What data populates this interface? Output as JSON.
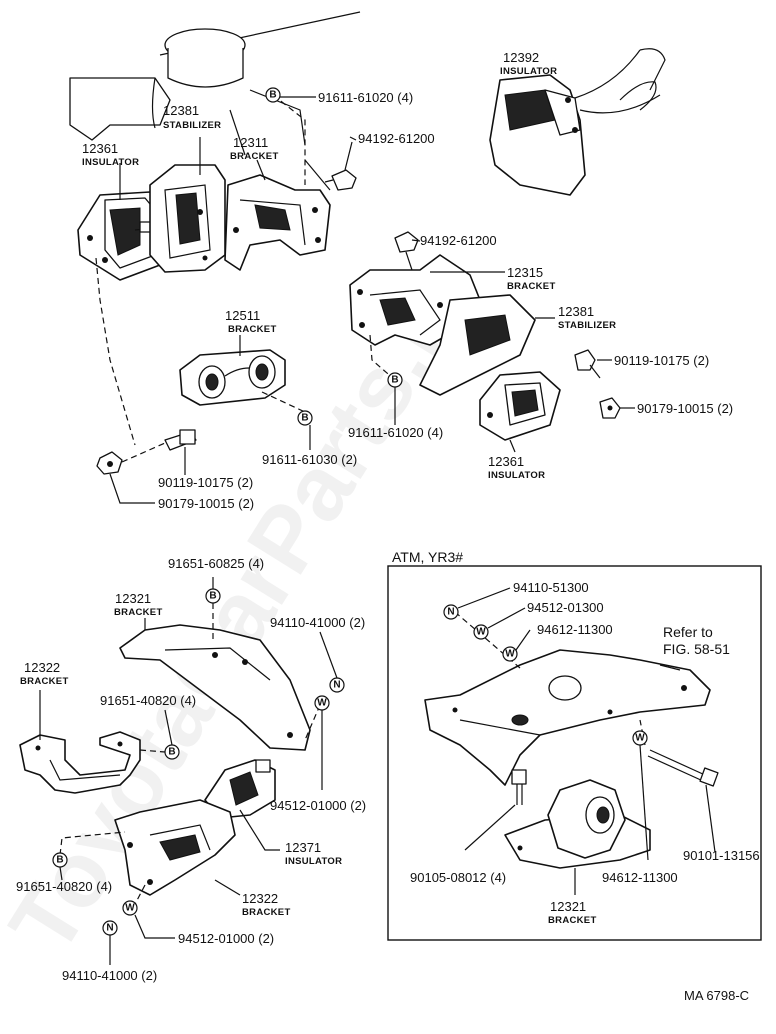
{
  "watermark": "ToyotaCarParts.ru",
  "figure_code": "MA 6798-C",
  "atm_box": {
    "title": "ATM, YR3#",
    "refer_line1": "Refer to",
    "refer_line2": "FIG. 58-51"
  },
  "labels": {
    "p12392": {
      "num": "12392",
      "name": "INSULATOR"
    },
    "p12381a": {
      "num": "12381",
      "name": "STABILIZER"
    },
    "p12361a": {
      "num": "12361",
      "name": "INSULATOR"
    },
    "p12311": {
      "num": "12311",
      "name": "BRACKET"
    },
    "p12315": {
      "num": "12315",
      "name": "BRACKET"
    },
    "p12381b": {
      "num": "12381",
      "name": "STABILIZER"
    },
    "p12511": {
      "num": "12511",
      "name": "BRACKET"
    },
    "p12361b": {
      "num": "12361",
      "name": "INSULATOR"
    },
    "p12321a": {
      "num": "12321",
      "name": "BRACKET"
    },
    "p12322a": {
      "num": "12322",
      "name": "BRACKET"
    },
    "p12371": {
      "num": "12371",
      "name": "INSULATOR"
    },
    "p12322b": {
      "num": "12322",
      "name": "BRACKET"
    },
    "p12321b": {
      "num": "12321",
      "name": "BRACKET"
    },
    "p94192a": {
      "num": "94192-61200"
    },
    "p94192b": {
      "num": "94192-61200"
    },
    "p91611a": {
      "num": "91611-61020 (4)"
    },
    "p91611b": {
      "num": "91611-61020 (4)"
    },
    "p91611c": {
      "num": "91611-61030 (2)"
    },
    "p90119a": {
      "num": "90119-10175 (2)"
    },
    "p90179a": {
      "num": "90179-10015 (2)"
    },
    "p90119b": {
      "num": "90119-10175 (2)"
    },
    "p90179b": {
      "num": "90179-10015 (2)"
    },
    "p91651a": {
      "num": "91651-60825 (4)"
    },
    "p94110a": {
      "num": "94110-41000 (2)"
    },
    "p91651b": {
      "num": "91651-40820 (4)"
    },
    "p94512a": {
      "num": "94512-01000 (2)"
    },
    "p91651c": {
      "num": "91651-40820 (4)"
    },
    "p94512b": {
      "num": "94512-01000 (2)"
    },
    "p94110b": {
      "num": "94110-41000 (2)"
    },
    "p94110c": {
      "num": "94110-51300"
    },
    "p94512c": {
      "num": "94512-01300"
    },
    "p94612a": {
      "num": "94612-11300"
    },
    "p90105": {
      "num": "90105-08012 (4)"
    },
    "p94612b": {
      "num": "94612-11300"
    },
    "p90101": {
      "num": "90101-13156"
    }
  },
  "badges": {
    "b": "B",
    "n": "N",
    "w": "W"
  }
}
